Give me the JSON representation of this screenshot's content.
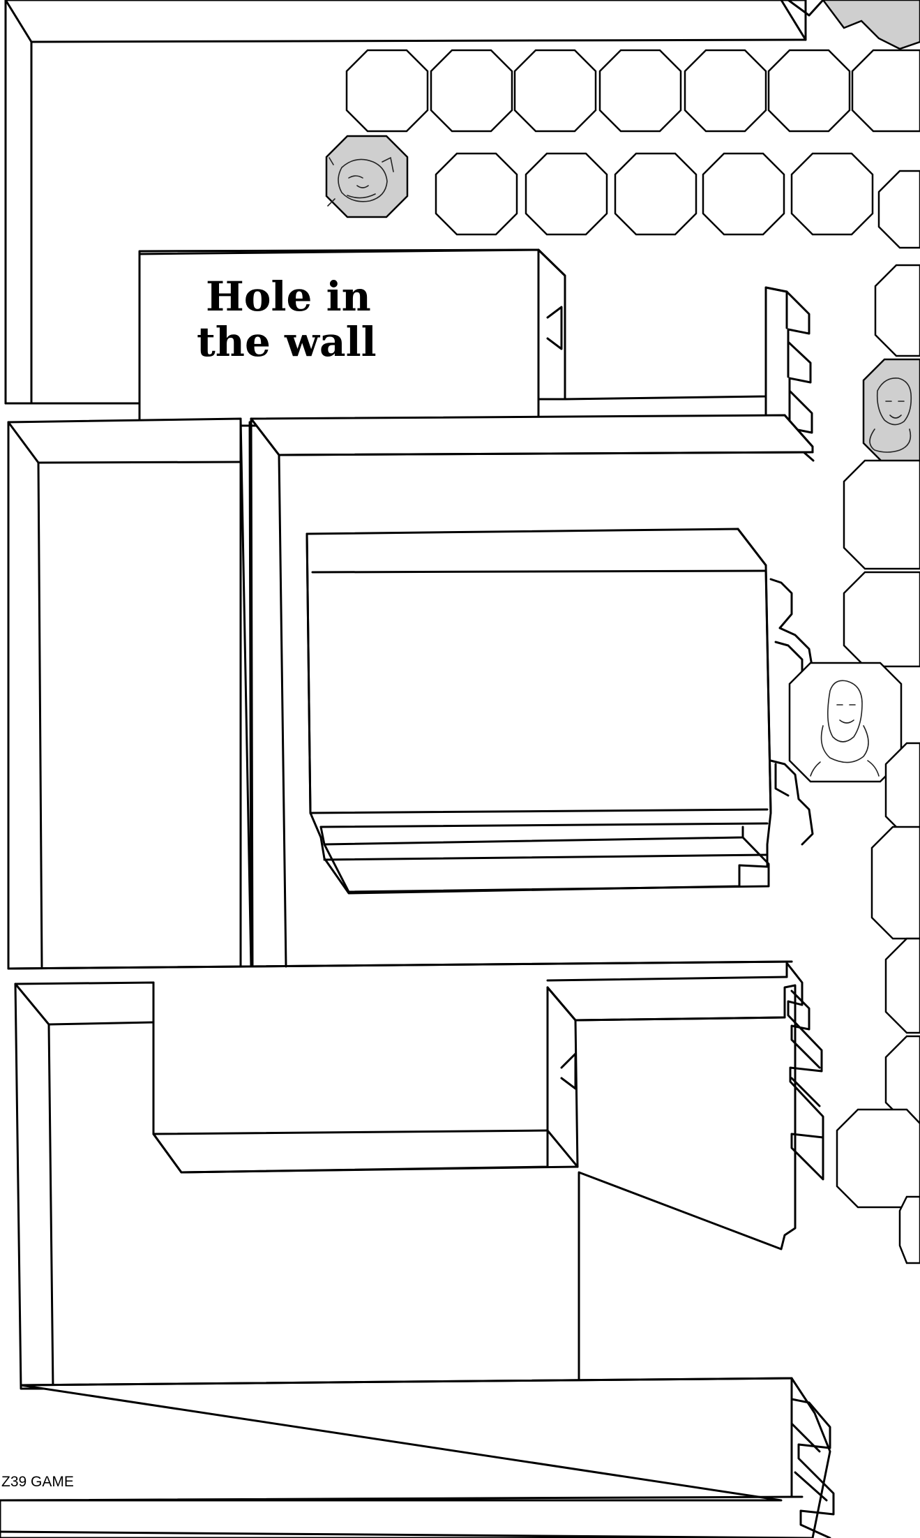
{
  "board": {
    "room_label_line1": "Hole in",
    "room_label_line2": "the wall",
    "footer": "Z39 GAME"
  },
  "icons": {
    "character_top": "pig-character-icon",
    "character_middle": "bearded-man-icon",
    "character_right": "bearded-man-icon",
    "star": "star-icon"
  }
}
